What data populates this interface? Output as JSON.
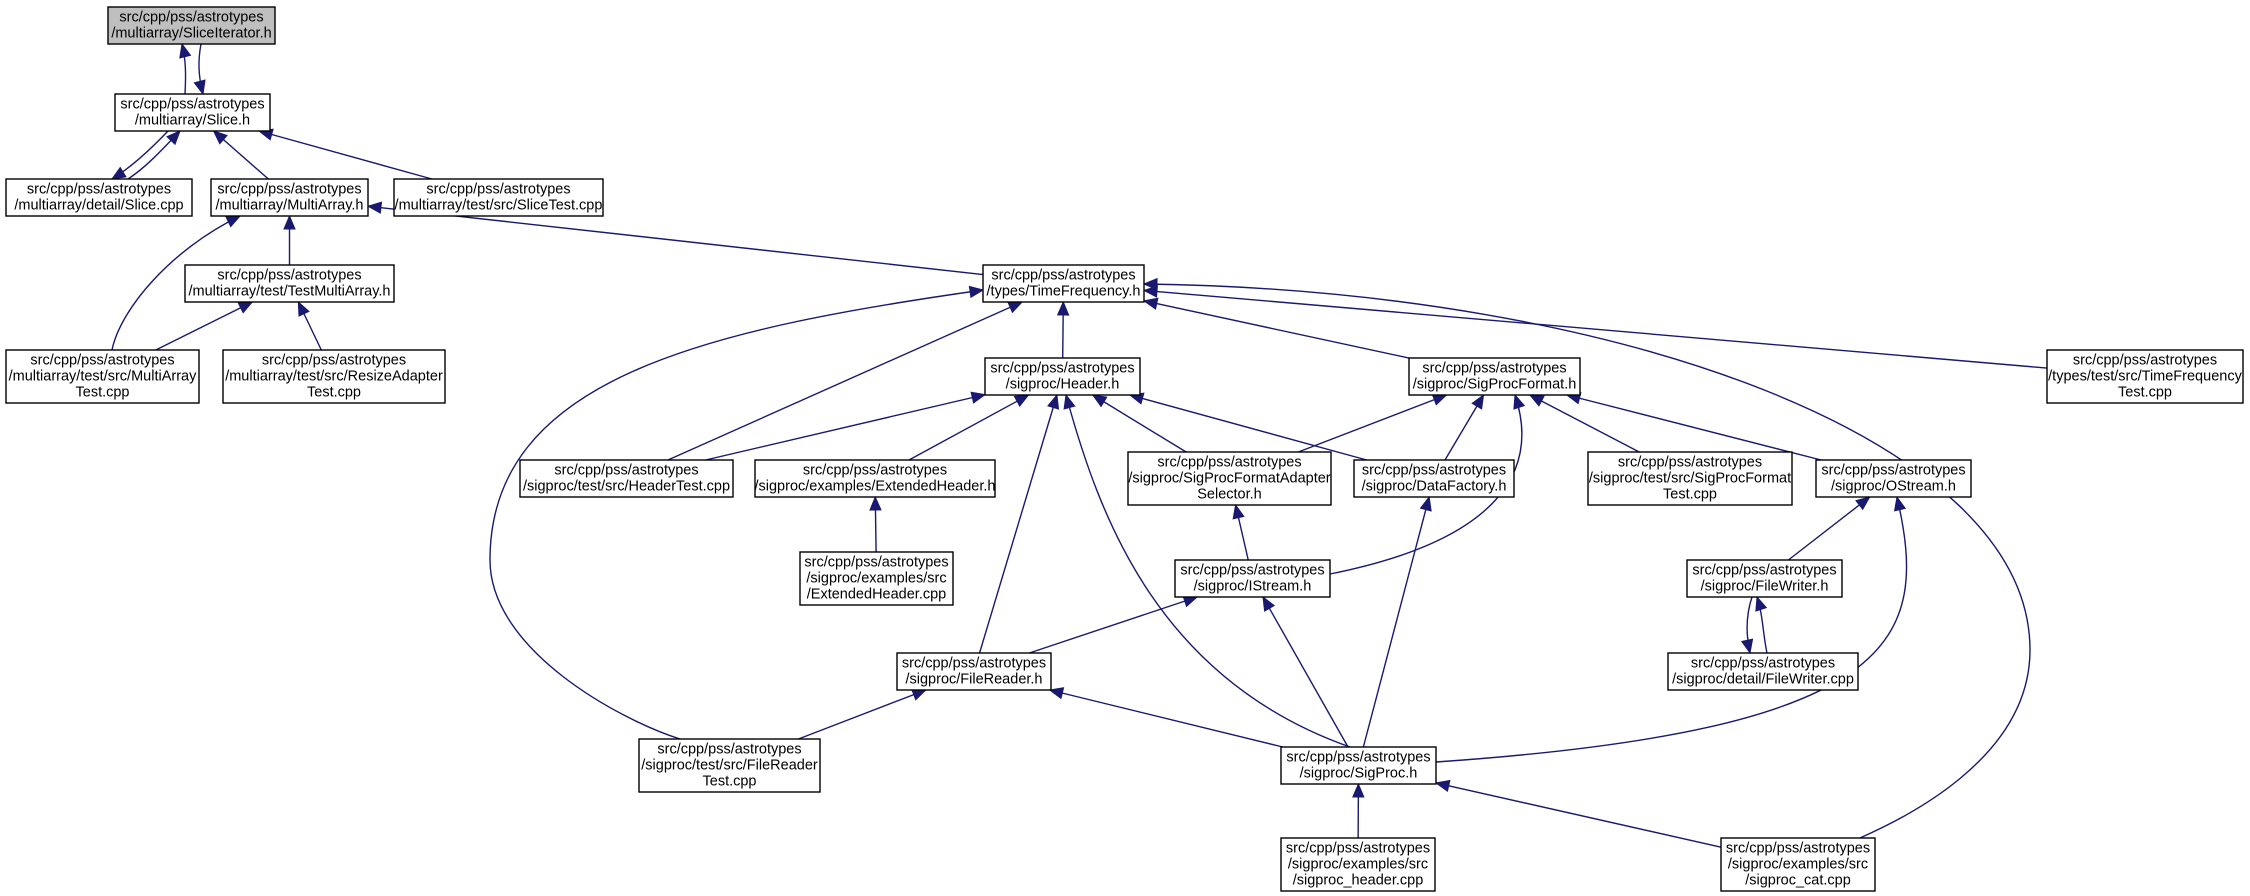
{
  "diagram": {
    "edge_color": "#191970",
    "highlight_fill": "#bfbfbf",
    "nodes": [
      {
        "id": "slice_iterator_h",
        "lines": [
          "src/cpp/pss/astrotypes",
          "/multiarray/SliceIterator.h"
        ],
        "highlight": true
      },
      {
        "id": "slice_h",
        "lines": [
          "src/cpp/pss/astrotypes",
          "/multiarray/Slice.h"
        ]
      },
      {
        "id": "detail_slice_cpp",
        "lines": [
          "src/cpp/pss/astrotypes",
          "/multiarray/detail/Slice.cpp"
        ]
      },
      {
        "id": "multiarray_h",
        "lines": [
          "src/cpp/pss/astrotypes",
          "/multiarray/MultiArray.h"
        ]
      },
      {
        "id": "slicetest_cpp",
        "lines": [
          "src/cpp/pss/astrotypes",
          "/multiarray/test/src/SliceTest.cpp"
        ]
      },
      {
        "id": "testmultiarray_h",
        "lines": [
          "src/cpp/pss/astrotypes",
          "/multiarray/test/TestMultiArray.h"
        ]
      },
      {
        "id": "multiarraytest_cpp",
        "lines": [
          "src/cpp/pss/astrotypes",
          "/multiarray/test/src/MultiArray",
          "Test.cpp"
        ]
      },
      {
        "id": "resizeadaptertest_cpp",
        "lines": [
          "src/cpp/pss/astrotypes",
          "/multiarray/test/src/ResizeAdapter",
          "Test.cpp"
        ]
      },
      {
        "id": "timefrequency_h",
        "lines": [
          "src/cpp/pss/astrotypes",
          "/types/TimeFrequency.h"
        ]
      },
      {
        "id": "timefrequencytest_cpp",
        "lines": [
          "src/cpp/pss/astrotypes",
          "/types/test/src/TimeFrequency",
          "Test.cpp"
        ]
      },
      {
        "id": "header_h",
        "lines": [
          "src/cpp/pss/astrotypes",
          "/sigproc/Header.h"
        ]
      },
      {
        "id": "sigprocformat_h",
        "lines": [
          "src/cpp/pss/astrotypes",
          "/sigproc/SigProcFormat.h"
        ]
      },
      {
        "id": "headertest_cpp",
        "lines": [
          "src/cpp/pss/astrotypes",
          "/sigproc/test/src/HeaderTest.cpp"
        ]
      },
      {
        "id": "extendedheader_h",
        "lines": [
          "src/cpp/pss/astrotypes",
          "/sigproc/examples/ExtendedHeader.h"
        ]
      },
      {
        "id": "formatadapterselector_h",
        "lines": [
          "src/cpp/pss/astrotypes",
          "/sigproc/SigProcFormatAdapter",
          "Selector.h"
        ]
      },
      {
        "id": "datafactory_h",
        "lines": [
          "src/cpp/pss/astrotypes",
          "/sigproc/DataFactory.h"
        ]
      },
      {
        "id": "sigprocformattest_cpp",
        "lines": [
          "src/cpp/pss/astrotypes",
          "/sigproc/test/src/SigProcFormat",
          "Test.cpp"
        ]
      },
      {
        "id": "ostream_h",
        "lines": [
          "src/cpp/pss/astrotypes",
          "/sigproc/OStream.h"
        ]
      },
      {
        "id": "extendedheader_cpp",
        "lines": [
          "src/cpp/pss/astrotypes",
          "/sigproc/examples/src",
          "/ExtendedHeader.cpp"
        ]
      },
      {
        "id": "istream_h",
        "lines": [
          "src/cpp/pss/astrotypes",
          "/sigproc/IStream.h"
        ]
      },
      {
        "id": "filewriter_h",
        "lines": [
          "src/cpp/pss/astrotypes",
          "/sigproc/FileWriter.h"
        ]
      },
      {
        "id": "filereader_h",
        "lines": [
          "src/cpp/pss/astrotypes",
          "/sigproc/FileReader.h"
        ]
      },
      {
        "id": "filewriter_cpp",
        "lines": [
          "src/cpp/pss/astrotypes",
          "/sigproc/detail/FileWriter.cpp"
        ]
      },
      {
        "id": "filereadertest_cpp",
        "lines": [
          "src/cpp/pss/astrotypes",
          "/sigproc/test/src/FileReader",
          "Test.cpp"
        ]
      },
      {
        "id": "sigproc_h",
        "lines": [
          "src/cpp/pss/astrotypes",
          "/sigproc/SigProc.h"
        ]
      },
      {
        "id": "sigproc_header_cpp",
        "lines": [
          "src/cpp/pss/astrotypes",
          "/sigproc/examples/src",
          "/sigproc_header.cpp"
        ]
      },
      {
        "id": "sigproc_cat_cpp",
        "lines": [
          "src/cpp/pss/astrotypes",
          "/sigproc/examples/src",
          "/sigproc_cat.cpp"
        ]
      }
    ],
    "edges": [
      {
        "from": "slice_iterator_h",
        "to": "slice_h"
      },
      {
        "from": "slice_h",
        "to": "slice_iterator_h"
      },
      {
        "from": "slice_h",
        "to": "detail_slice_cpp"
      },
      {
        "from": "detail_slice_cpp",
        "to": "slice_h"
      },
      {
        "from": "slice_h",
        "to": "multiarray_h"
      },
      {
        "from": "slice_h",
        "to": "slicetest_cpp"
      },
      {
        "from": "multiarray_h",
        "to": "testmultiarray_h"
      },
      {
        "from": "multiarray_h",
        "to": "multiarraytest_cpp"
      },
      {
        "from": "multiarray_h",
        "to": "timefrequency_h"
      },
      {
        "from": "testmultiarray_h",
        "to": "multiarraytest_cpp"
      },
      {
        "from": "testmultiarray_h",
        "to": "resizeadaptertest_cpp"
      },
      {
        "from": "timefrequency_h",
        "to": "header_h"
      },
      {
        "from": "timefrequency_h",
        "to": "sigprocformat_h"
      },
      {
        "from": "timefrequency_h",
        "to": "headertest_cpp"
      },
      {
        "from": "timefrequency_h",
        "to": "timefrequencytest_cpp"
      },
      {
        "from": "timefrequency_h",
        "to": "filereadertest_cpp"
      },
      {
        "from": "timefrequency_h",
        "to": "sigproc_cat_cpp"
      },
      {
        "from": "header_h",
        "to": "headertest_cpp"
      },
      {
        "from": "header_h",
        "to": "extendedheader_h"
      },
      {
        "from": "header_h",
        "to": "formatadapterselector_h"
      },
      {
        "from": "header_h",
        "to": "datafactory_h"
      },
      {
        "from": "header_h",
        "to": "filereader_h"
      },
      {
        "from": "header_h",
        "to": "sigproc_h"
      },
      {
        "from": "sigprocformat_h",
        "to": "formatadapterselector_h"
      },
      {
        "from": "sigprocformat_h",
        "to": "datafactory_h"
      },
      {
        "from": "sigprocformat_h",
        "to": "sigprocformattest_cpp"
      },
      {
        "from": "sigprocformat_h",
        "to": "ostream_h"
      },
      {
        "from": "sigprocformat_h",
        "to": "istream_h"
      },
      {
        "from": "extendedheader_h",
        "to": "extendedheader_cpp"
      },
      {
        "from": "formatadapterselector_h",
        "to": "istream_h"
      },
      {
        "from": "datafactory_h",
        "to": "sigproc_h"
      },
      {
        "from": "ostream_h",
        "to": "filewriter_h"
      },
      {
        "from": "ostream_h",
        "to": "sigproc_h"
      },
      {
        "from": "istream_h",
        "to": "filereader_h"
      },
      {
        "from": "istream_h",
        "to": "sigproc_h"
      },
      {
        "from": "filewriter_h",
        "to": "filewriter_cpp"
      },
      {
        "from": "filewriter_cpp",
        "to": "filewriter_h"
      },
      {
        "from": "filereader_h",
        "to": "filereadertest_cpp"
      },
      {
        "from": "filereader_h",
        "to": "sigproc_h"
      },
      {
        "from": "sigproc_h",
        "to": "sigproc_header_cpp"
      },
      {
        "from": "sigproc_h",
        "to": "sigproc_cat_cpp"
      }
    ]
  }
}
